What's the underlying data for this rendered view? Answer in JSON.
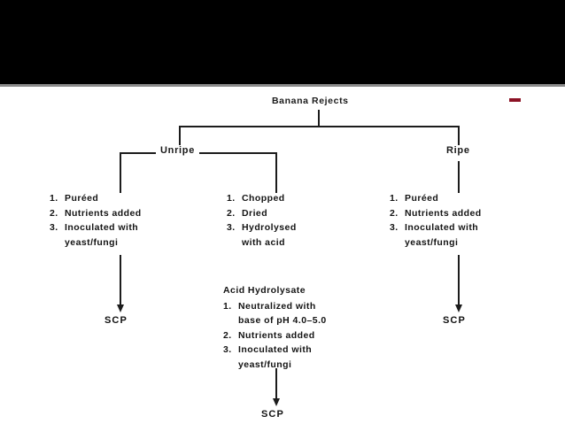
{
  "page": {
    "background_color": "#ffffff",
    "header_band_color": "#000000",
    "accent_mark_color": "#8c1225"
  },
  "diagram": {
    "root": {
      "label": "Banana Rejects"
    },
    "branches": {
      "unripe": "Unripe",
      "ripe": "Ripe"
    },
    "columns": [
      {
        "id": "unripe-pureed",
        "steps": [
          {
            "num": "1.",
            "text": "Puréed"
          },
          {
            "num": "2.",
            "text": "Nutrients added"
          },
          {
            "num": "3.",
            "text": "Inoculated with",
            "cont": "yeast/fungi"
          }
        ],
        "output": "SCP"
      },
      {
        "id": "unripe-chopped",
        "steps": [
          {
            "num": "1.",
            "text": "Chopped"
          },
          {
            "num": "2.",
            "text": "Dried"
          },
          {
            "num": "3.",
            "text": "Hydrolysed",
            "cont": "with acid"
          }
        ],
        "output": "SCP"
      },
      {
        "id": "ripe-pureed",
        "steps": [
          {
            "num": "1.",
            "text": "Puréed"
          },
          {
            "num": "2.",
            "text": "Nutrients added"
          },
          {
            "num": "3.",
            "text": "Inoculated with",
            "cont": "yeast/fungi"
          }
        ],
        "output": "SCP"
      }
    ],
    "intermediate": {
      "heading": "Acid Hydrolysate",
      "steps": [
        {
          "num": "1.",
          "text": "Neutralized with",
          "cont": "base of pH 4.0–5.0"
        },
        {
          "num": "2.",
          "text": "Nutrients added"
        },
        {
          "num": "3.",
          "text": "Inoculated with",
          "cont": "yeast/fungi"
        }
      ]
    }
  }
}
